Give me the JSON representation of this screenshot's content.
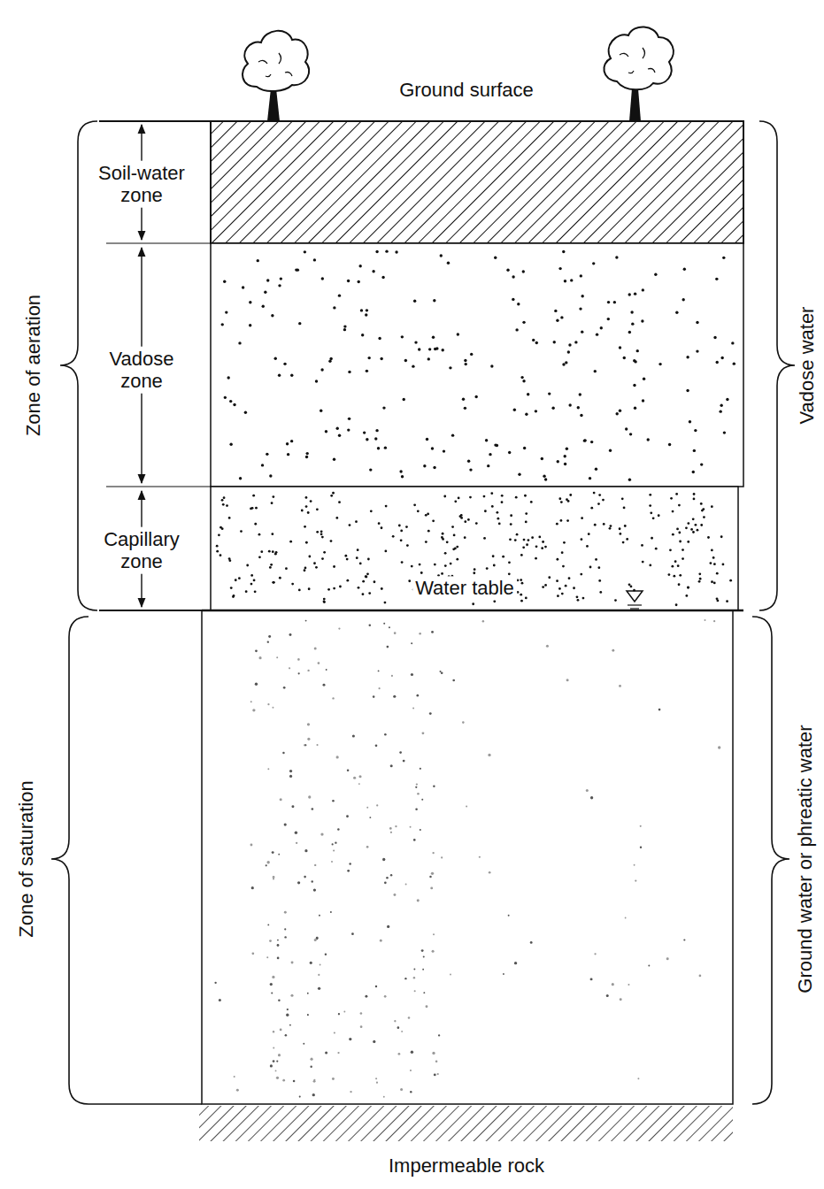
{
  "diagram": {
    "labels": [
      "Ground surface",
      "Soil-water zone",
      "Vadose zone",
      "Capillary zone",
      "Water table",
      "Zone of aeration",
      "Zone of saturation",
      "Vadose water",
      "Ground water or phreatic water",
      "Impermeable rock"
    ]
  }
}
